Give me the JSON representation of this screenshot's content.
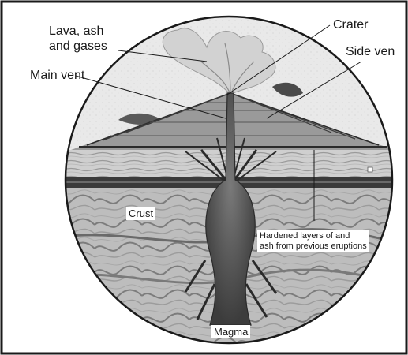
{
  "diagram": {
    "labels": {
      "lava": [
        "Lava, ash",
        "and gases"
      ],
      "crater": "Crater",
      "side_vent": "Side ven",
      "main_vent": "Main vent",
      "crust": "Crust",
      "hardened_layers": [
        "Hardened layers of and",
        "ash from previous eruptions"
      ],
      "magma": "Magma"
    },
    "colors": {
      "ink": "#1a1a1a",
      "rock_dark": "#3a3a3a",
      "rock_mid": "#8a8a8a",
      "rock_light": "#c8c8c8",
      "magma": "#555555",
      "background": "#ffffff"
    }
  }
}
